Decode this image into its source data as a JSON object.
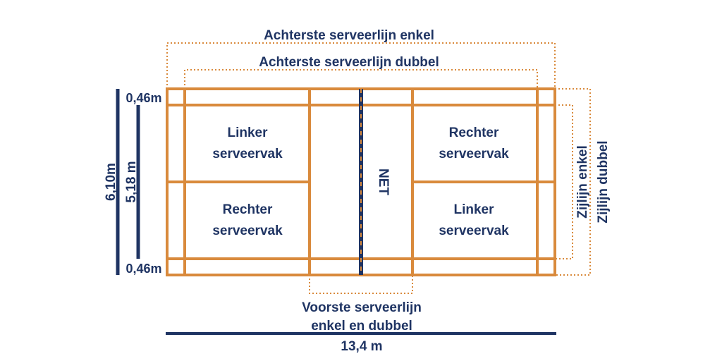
{
  "labels": {
    "back_service_singles": "Achterste serveerlijn enkel",
    "back_service_doubles": "Achterste serveerlijn dubbel",
    "left_top_1": "Linker",
    "left_top_2": "serveervak",
    "left_bottom_1": "Rechter",
    "left_bottom_2": "serveervak",
    "right_top_1": "Rechter",
    "right_top_2": "serveervak",
    "right_bottom_1": "Linker",
    "right_bottom_2": "serveervak",
    "net": "NET",
    "front_service_1": "Voorste serveerlijn",
    "front_service_2": "enkel en dubbel",
    "length": "13,4 m",
    "width_total": "6,10m",
    "width_singles": "5,18 m",
    "alley_top": "0,46m",
    "alley_bottom": "0,46m",
    "sideline_singles": "Zijlijn enkel",
    "sideline_doubles": "Zijlijn dubbel"
  },
  "colors": {
    "court_lines": "#d98a3c",
    "text_and_net": "#1f3463",
    "background": "#ffffff"
  }
}
